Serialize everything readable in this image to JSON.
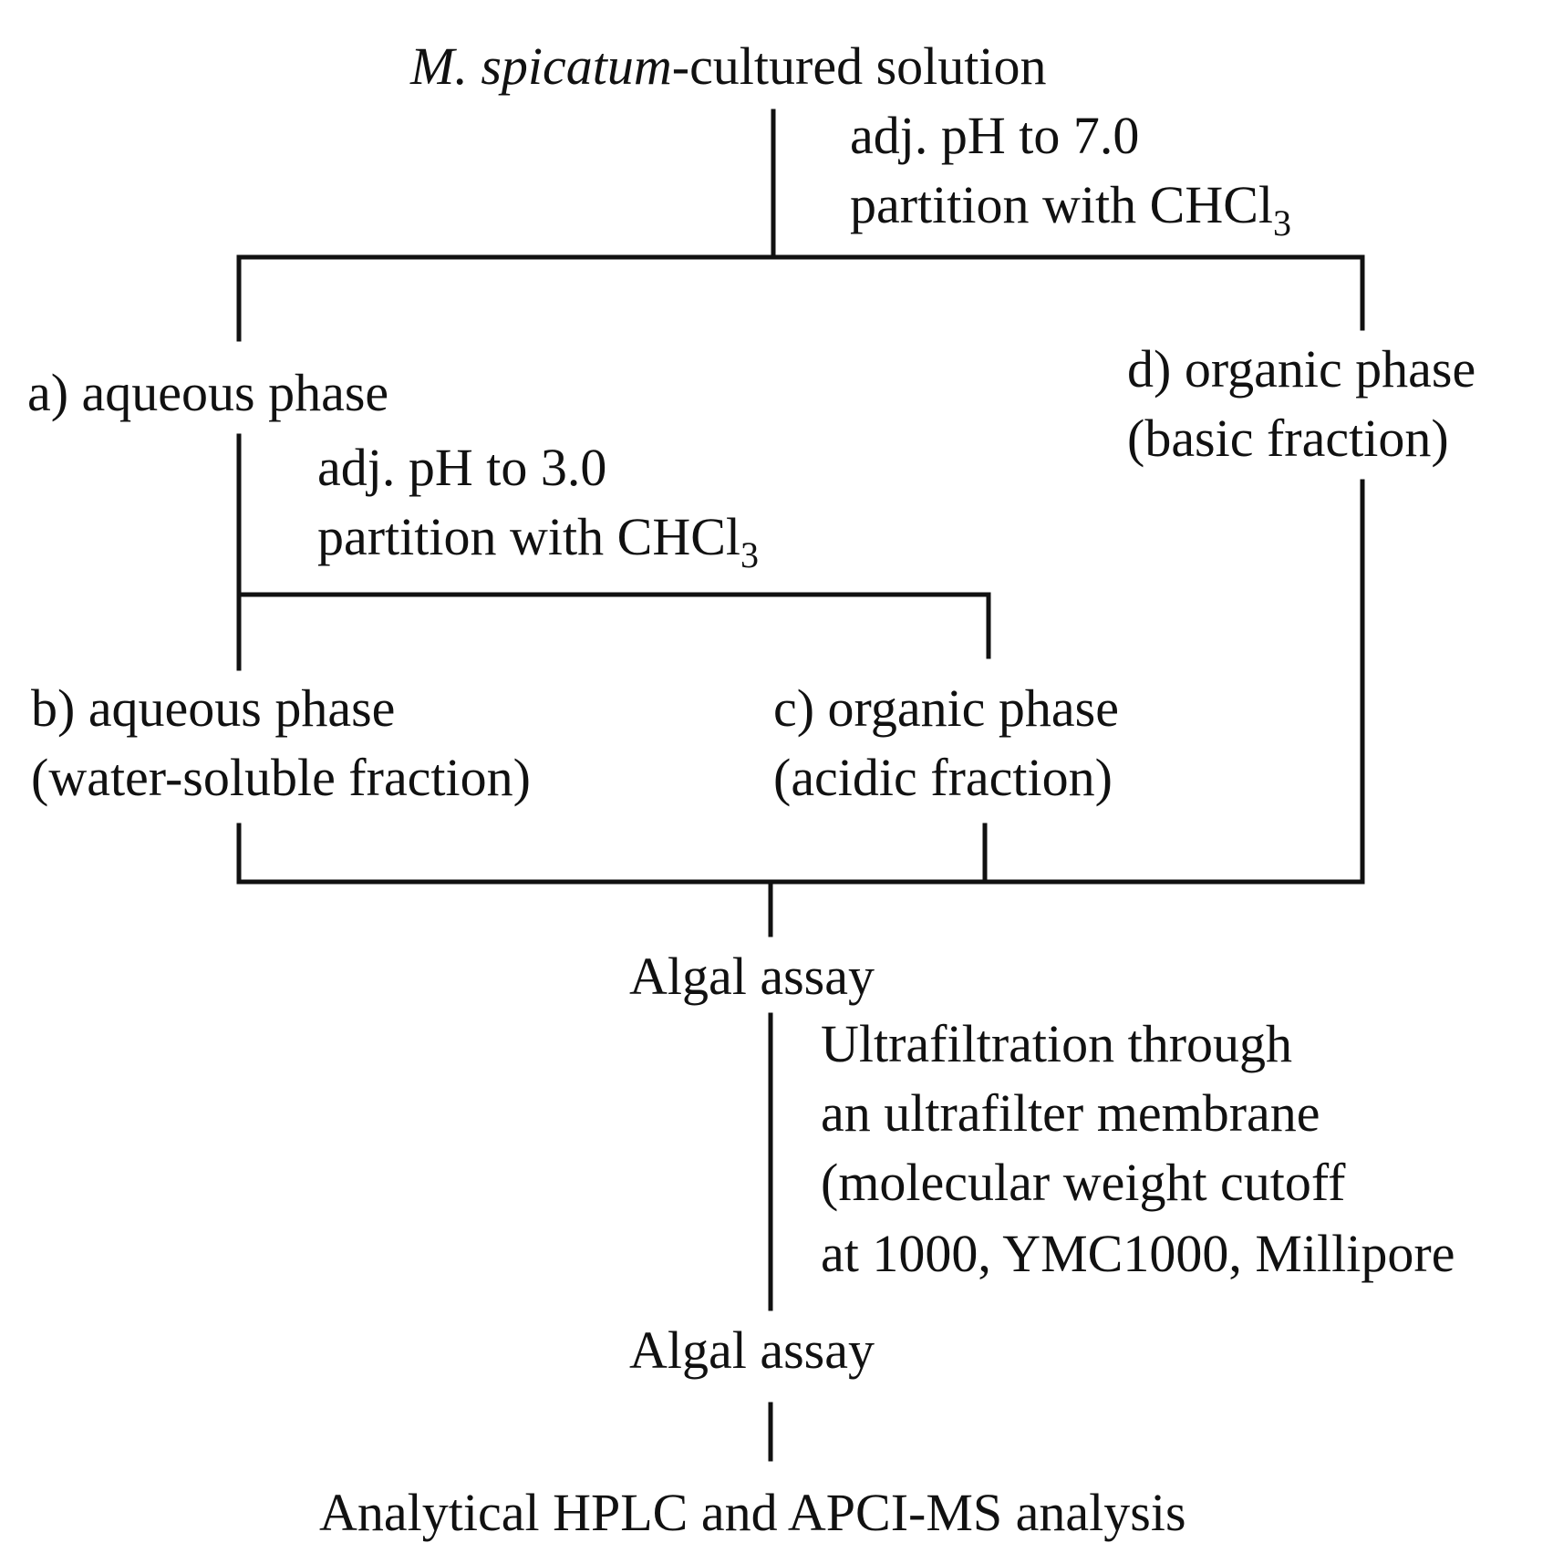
{
  "start": {
    "species": "M. spicatum",
    "rest": "-cultured solution"
  },
  "step1": {
    "line1": "adj. pH to 7.0",
    "line2_main": "partition with CHCl",
    "line2_sub": "3"
  },
  "node_a": {
    "label": "a) aqueous phase"
  },
  "node_d": {
    "line1": "d) organic phase",
    "line2": "(basic fraction)"
  },
  "step2": {
    "line1": "adj. pH to 3.0",
    "line2_main": "partition with CHCl",
    "line2_sub": "3"
  },
  "node_b": {
    "line1": "b) aqueous phase",
    "line2": "(water-soluble fraction)"
  },
  "node_c": {
    "line1": "c) organic phase",
    "line2": "(acidic fraction)"
  },
  "assay1": {
    "label": "Algal assay"
  },
  "step3": {
    "line1": "Ultrafiltration through",
    "line2": "an ultrafilter membrane",
    "line3": "(molecular weight cutoff",
    "line4": "at 1000, YMC1000, Millipore"
  },
  "assay2": {
    "label": "Algal assay"
  },
  "final": {
    "label": "Analytical HPLC and APCI-MS analysis"
  }
}
